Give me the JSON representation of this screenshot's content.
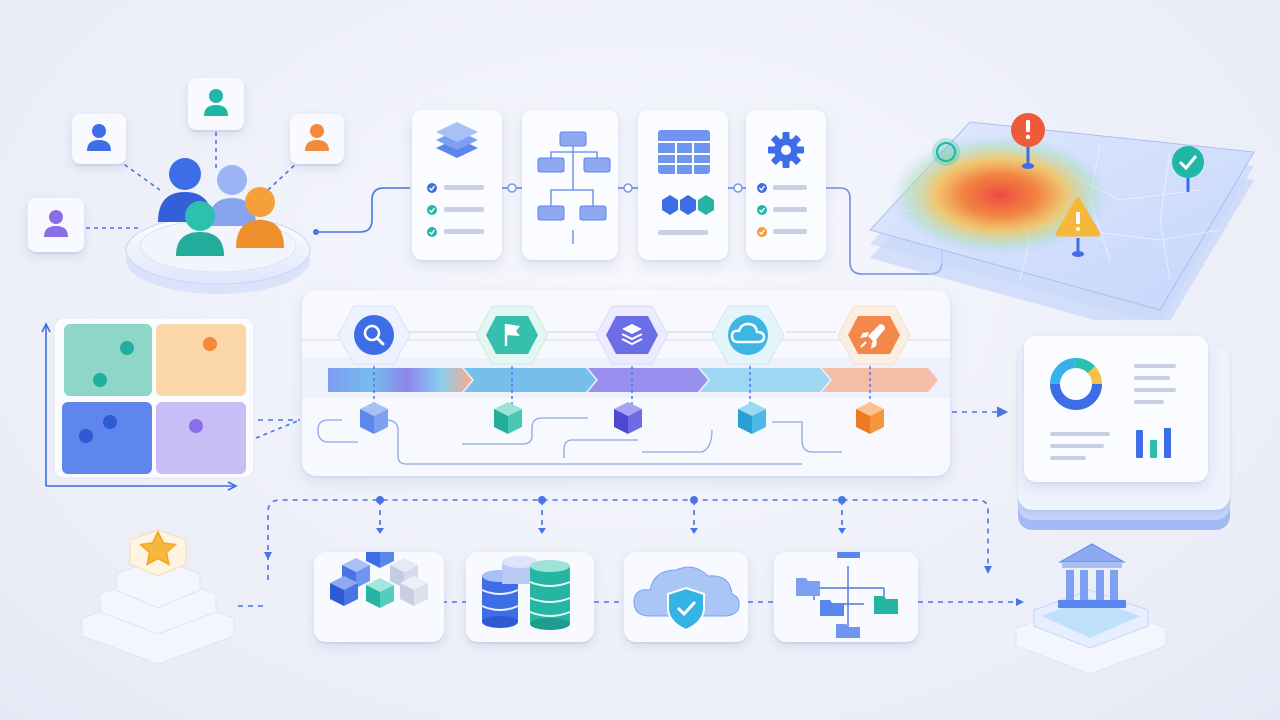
{
  "diagram": {
    "colors": {
      "accent_blue": "#3d6ee8",
      "teal": "#2bbfae",
      "orange": "#f39a3a",
      "purple": "#8a6ee8",
      "sky": "#35b3e6",
      "red_alert": "#ef5b3a",
      "warning_yellow": "#f6b73a",
      "success_teal": "#1fb7a5",
      "background": "#eef0f8"
    },
    "team": {
      "users": [
        "user-icon-teal",
        "user-icon-blue",
        "user-icon-orange",
        "user-icon-purple"
      ],
      "group_icon": "team-group-icon"
    },
    "workflow_cards": [
      {
        "icon": "layers-stack-icon",
        "rows": [
          "check-item",
          "check-item",
          "check-item"
        ]
      },
      {
        "icon": "flowchart-icon"
      },
      {
        "icon": "table-grid-icon",
        "hexes": [
          "hex-blue",
          "hex-blue",
          "hex-teal"
        ]
      },
      {
        "icon": "gear-icon",
        "rows": [
          "check-item",
          "check-item",
          "check-item-orange"
        ]
      }
    ],
    "map": {
      "icons": [
        "alert-pin-icon",
        "check-pin-icon",
        "warning-pin-icon",
        "location-ring-icon"
      ],
      "layer_count": 3
    },
    "matrix": {
      "quadrants": [
        "teal",
        "orange",
        "blue",
        "purple"
      ]
    },
    "pipeline": {
      "stages": [
        {
          "icon": "search-icon",
          "color": "#3d6ee8"
        },
        {
          "icon": "flag-icon",
          "color": "#2bbfae"
        },
        {
          "icon": "layers-icon",
          "color": "#6f6ee8"
        },
        {
          "icon": "cloud-icon",
          "color": "#35b3e6"
        },
        {
          "icon": "rocket-icon",
          "color": "#f3893a"
        }
      ]
    },
    "report": {
      "icons": [
        "donut-chart-icon",
        "bar-chart-icon"
      ]
    },
    "foundation": {
      "icons": [
        "star-icon",
        "cubes-icon",
        "database-icon",
        "cloud-shield-icon",
        "folder-tree-icon",
        "bank-icon"
      ]
    }
  }
}
